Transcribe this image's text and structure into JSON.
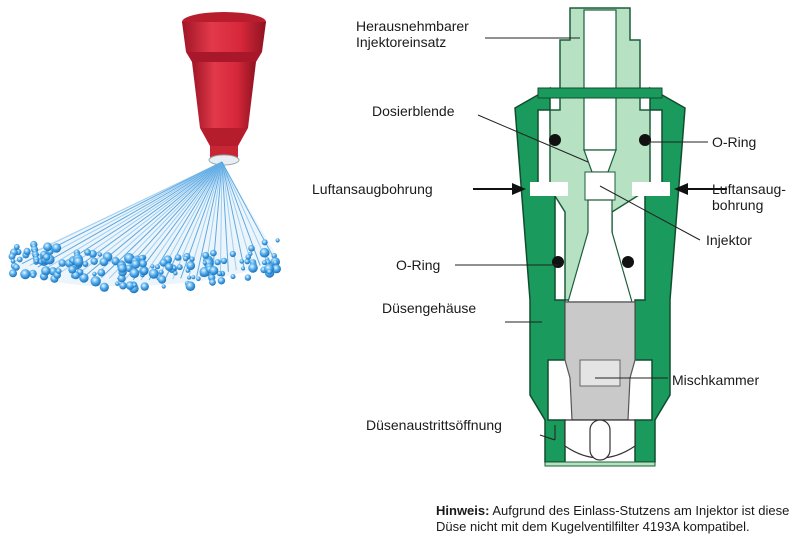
{
  "labels": {
    "removable_injector_line1": "Herausnehmbarer",
    "removable_injector_line2": "Injektoreinsatz",
    "metering_orifice": "Dosierblende",
    "o_ring_top": "O-Ring",
    "air_intake_left": "Luftansaugbohrung",
    "air_intake_right_line1": "Luftansaug-",
    "air_intake_right_line2": "bohrung",
    "injector": "Injektor",
    "o_ring_bottom": "O-Ring",
    "nozzle_body": "Düsengehäuse",
    "mixing_chamber": "Mischkammer",
    "nozzle_outlet": "Düsenaustrittsöffnung"
  },
  "note": {
    "title": "Hinweis:",
    "text": " Aufgrund des Einlass-Stutzens am Injektor ist diese Düse nicht mit dem Kugelventilfilter 4193A kompatibel."
  },
  "colors": {
    "housing_green": "#1a9a5c",
    "insert_light_green": "#b6e1c3",
    "nozzle_red": "#d7283a",
    "spray_blue": "#2f8fd6",
    "mixing_gray": "#c9c9c9"
  }
}
